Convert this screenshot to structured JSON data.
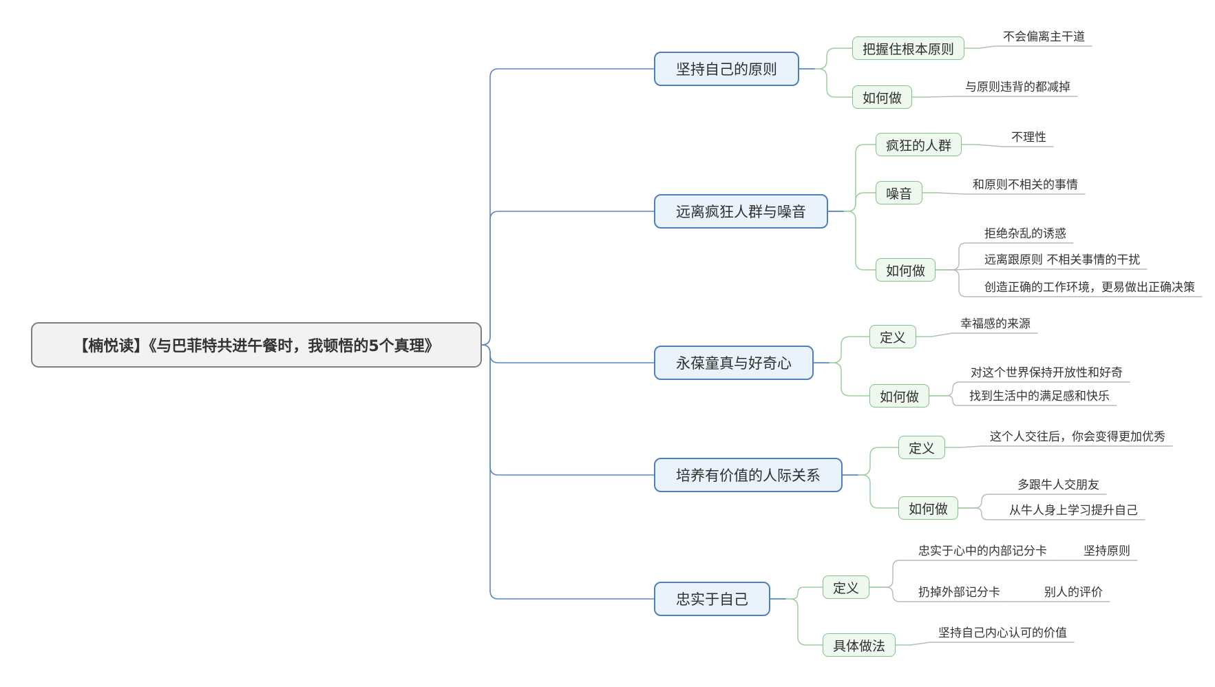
{
  "map": {
    "central": "【楠悦读】《与巴菲特共进午餐时，我顿悟的5个真理》",
    "branches": [
      {
        "label": "坚持自己的原则",
        "children": [
          {
            "label": "把握住根本原则",
            "leaves": [
              {
                "label": "不会偏离主干道"
              }
            ]
          },
          {
            "label": "如何做",
            "leaves": [
              {
                "label": "与原则违背的都减掉"
              }
            ]
          }
        ]
      },
      {
        "label": "远离疯狂人群与噪音",
        "children": [
          {
            "label": "疯狂的人群",
            "leaves": [
              {
                "label": "不理性"
              }
            ]
          },
          {
            "label": "噪音",
            "leaves": [
              {
                "label": "和原则不相关的事情"
              }
            ]
          },
          {
            "label": "如何做",
            "leaves": [
              {
                "label": "拒绝杂乱的诱惑"
              },
              {
                "label": "远离跟原则 不相关事情的干扰"
              },
              {
                "label": "创造正确的工作环境，更易做出正确决策"
              }
            ]
          }
        ]
      },
      {
        "label": "永葆童真与好奇心",
        "children": [
          {
            "label": "定义",
            "leaves": [
              {
                "label": "幸福感的来源"
              }
            ]
          },
          {
            "label": "如何做",
            "leaves": [
              {
                "label": "对这个世界保持开放性和好奇"
              },
              {
                "label": "找到生活中的满足感和快乐"
              }
            ]
          }
        ]
      },
      {
        "label": "培养有价值的人际关系",
        "children": [
          {
            "label": "定义",
            "leaves": [
              {
                "label": "这个人交往后，你会变得更加优秀"
              }
            ]
          },
          {
            "label": "如何做",
            "leaves": [
              {
                "label": "多跟牛人交朋友"
              },
              {
                "label": "从牛人身上学习提升自己"
              }
            ]
          }
        ]
      },
      {
        "label": "忠实于自己",
        "children": [
          {
            "label": "定义",
            "leaves": [
              {
                "label": "忠实于心中的内部记分卡",
                "leaves": [
                  {
                    "label": "坚持原则"
                  }
                ]
              },
              {
                "label": "扔掉外部记分卡",
                "leaves": [
                  {
                    "label": "别人的评价"
                  }
                ]
              }
            ]
          },
          {
            "label": "具体做法",
            "leaves": [
              {
                "label": "坚持自己内心认可的价值"
              }
            ]
          }
        ]
      }
    ],
    "colors": {
      "branch_line": "#5b87c5",
      "branch_border": "#4d7fc0",
      "branch_fill": "#eaf2fb",
      "sub_line": "#9ccf9f",
      "sub_border": "#82c189",
      "sub_fill": "#eef8ef",
      "leaf_line": "#b9b9b9",
      "central_fill": "#f2f2f2",
      "central_border": "#7d7d7d"
    }
  }
}
